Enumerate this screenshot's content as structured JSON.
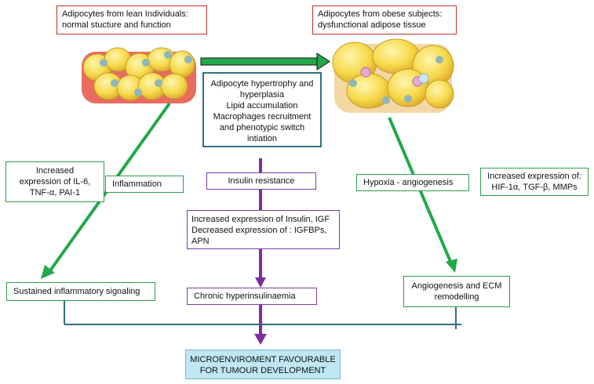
{
  "lean_box": [
    "Adipocytes from lean Individuals:",
    "normal stucture and function"
  ],
  "obese_box": [
    "Adipocytes from obese subjects:",
    "dysfunctional adipose tissue"
  ],
  "center_box": [
    "Adipocyte hypertrophy and",
    "hyperplasia",
    "Lipid accumulation",
    "Macrophages recruitment",
    "and phenotypic switch",
    "intiation"
  ],
  "left_expression": [
    "Increased",
    "expression  of IL-6,",
    "TNF-α, PAI-1"
  ],
  "inflammation": "Inflammation",
  "insulin_resistance": "Insulin resistance",
  "hypoxia": "Hypoxia - angiogenesis",
  "right_expression": [
    "Increased expression of:",
    "HIF-1α, TGF-β, MMPs"
  ],
  "insulin_expression": [
    "Increased expression of Insulin, IGF",
    "Decreased expression of : IGFBPs,",
    "APN"
  ],
  "sustained": "Sustained inflammatory signaling",
  "chronic": "Chronic  hyperinsulinaemia",
  "angio_ecm": [
    "Angiogenesis and ECM",
    "remodelling"
  ],
  "micro": [
    "MICROENVIROMENT  FAVOURABLE",
    "FOR TUMOUR  DEVELOPMENT"
  ],
  "colors": {
    "green_arrow": "#22a84a",
    "purple_arrow": "#7b2f9e",
    "teal_line": "#2e6f7e",
    "box_red": "#c0302e",
    "micro_bg": "#bfe7f4"
  }
}
